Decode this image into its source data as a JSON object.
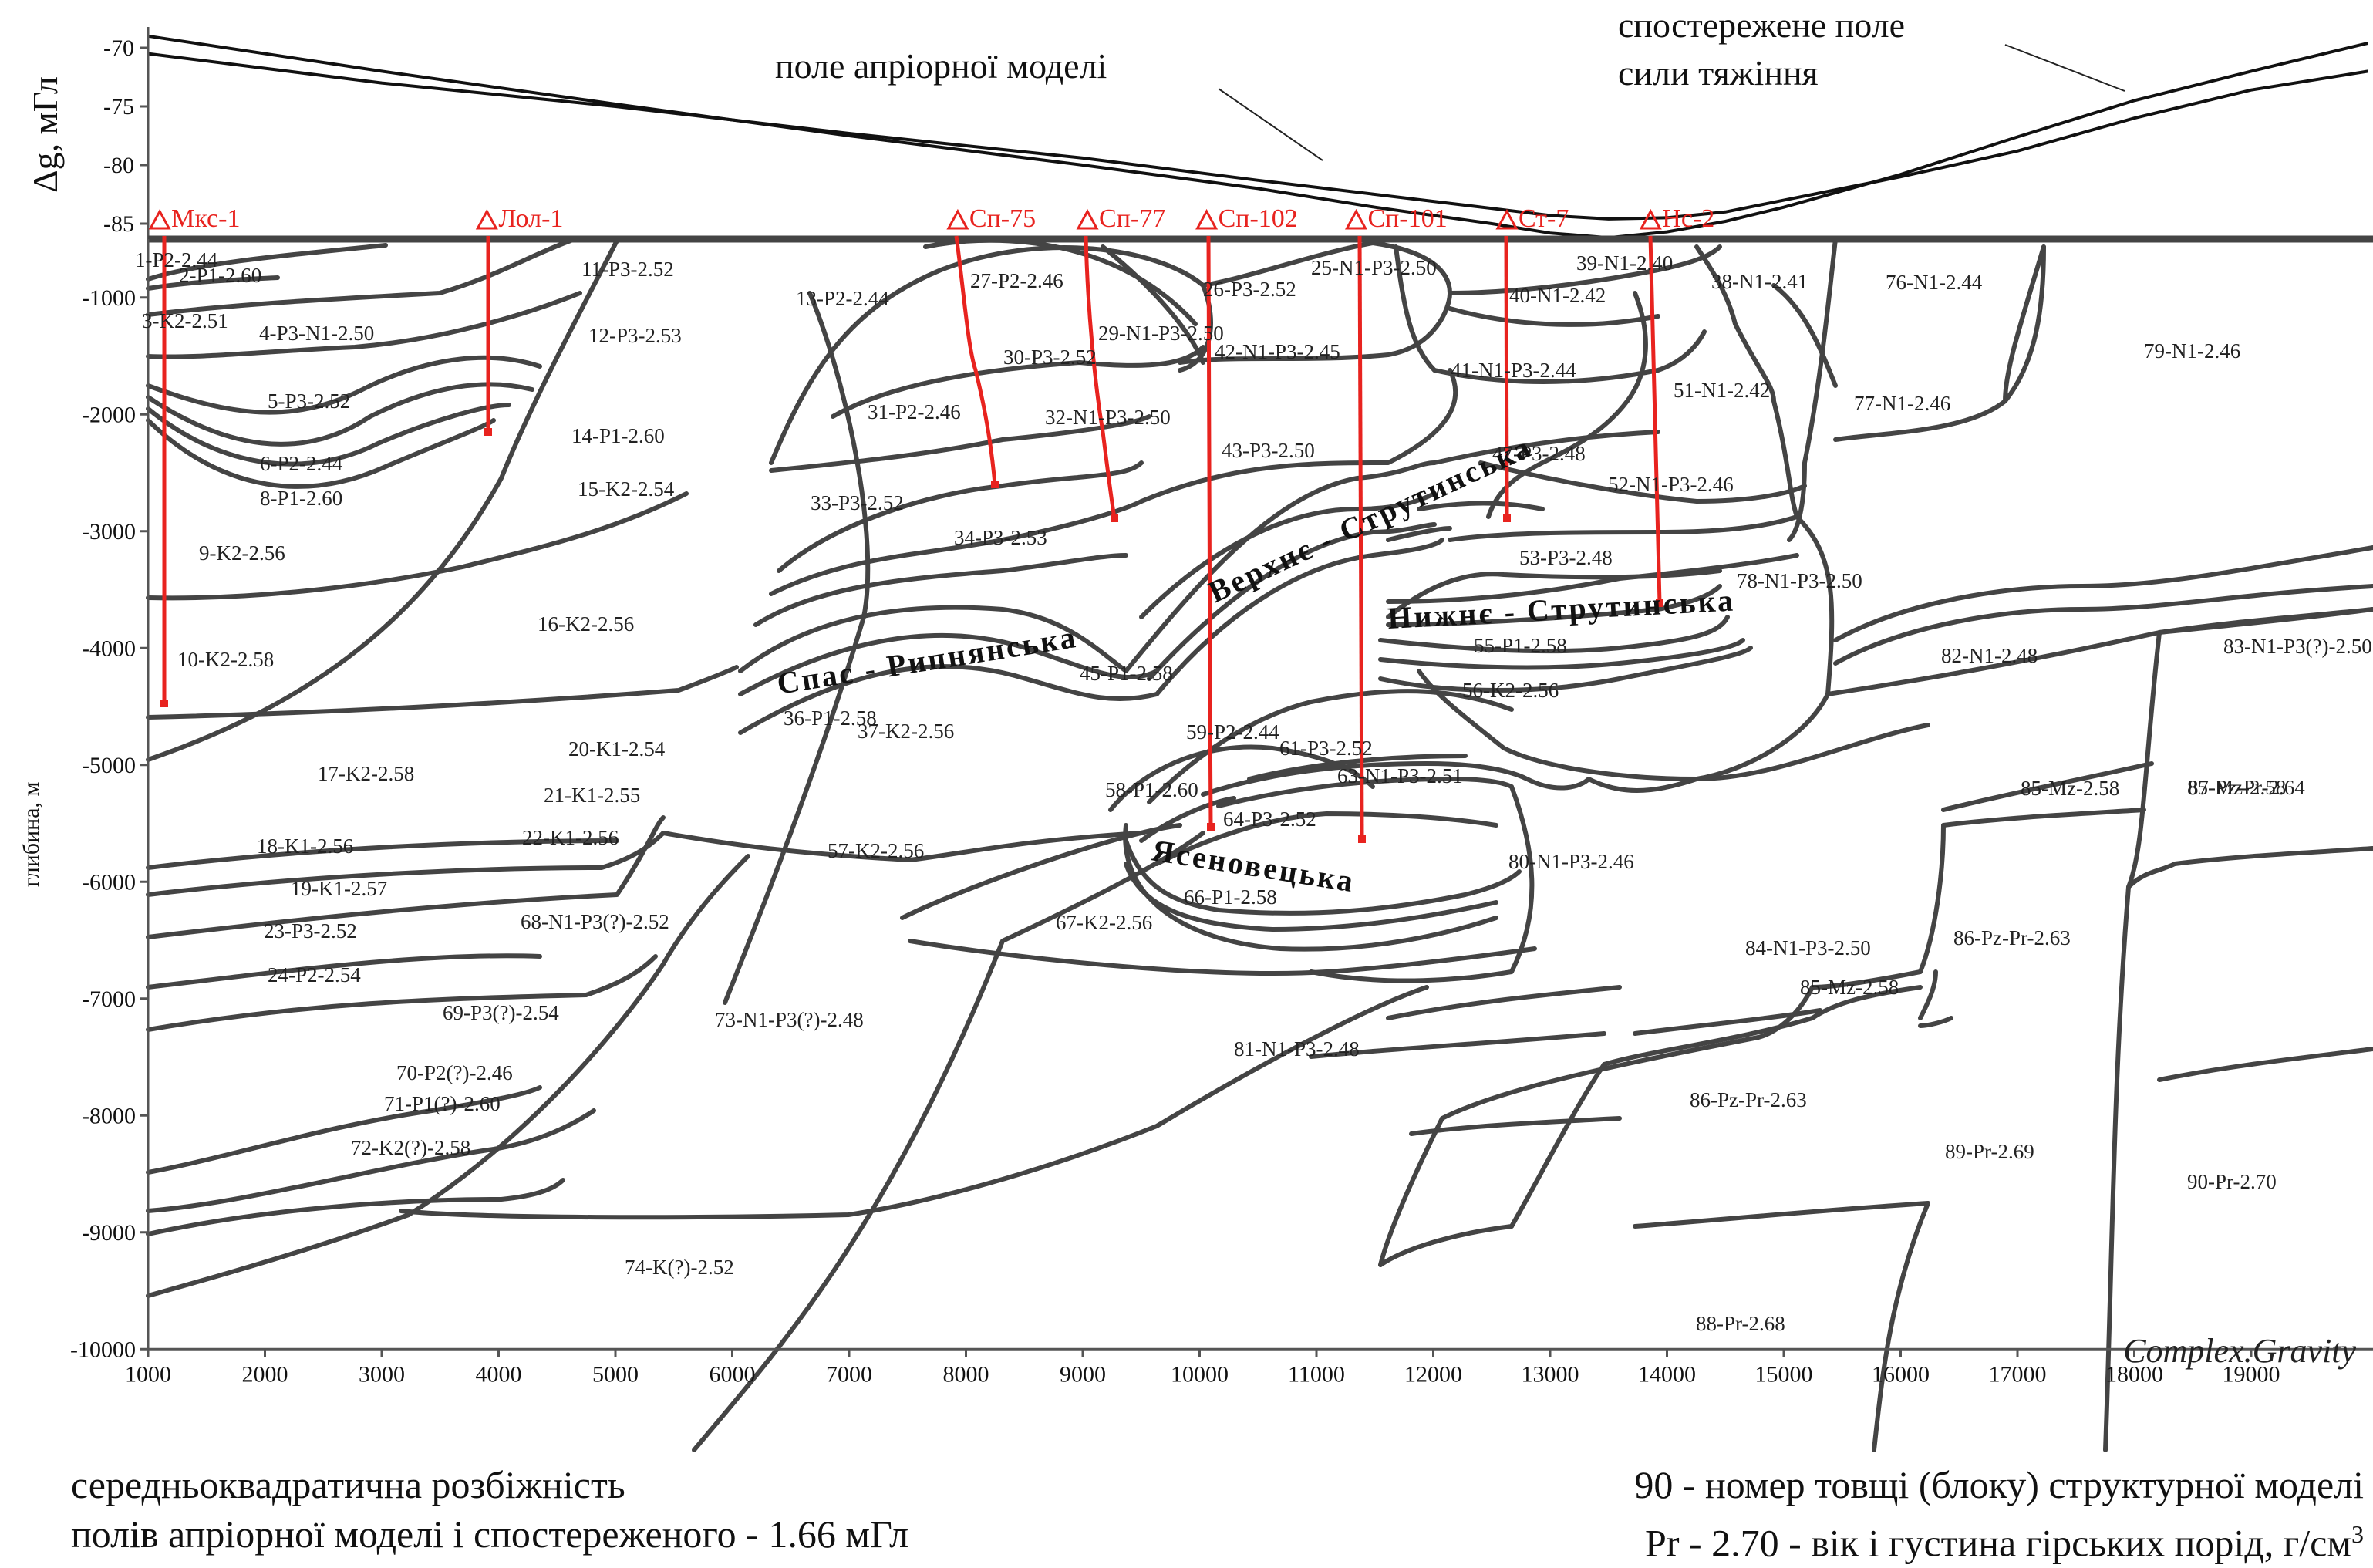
{
  "top_panel": {
    "ylabel": "Δg, мГл",
    "yticks": [
      "-70",
      "-75",
      "-80",
      "-85"
    ],
    "annotation_model": "поле апріорної моделі",
    "annotation_observed_line1": "спостережене поле",
    "annotation_observed_line2": "сили тяжіння"
  },
  "section": {
    "ylabel": "глибина, м",
    "yticks": [
      "-1000",
      "-2000",
      "-3000",
      "-4000",
      "-5000",
      "-6000",
      "-7000",
      "-8000",
      "-9000",
      "-10000"
    ],
    "xticks": [
      "1000",
      "2000",
      "3000",
      "4000",
      "5000",
      "6000",
      "7000",
      "8000",
      "9000",
      "10000",
      "11000",
      "12000",
      "13000",
      "14000",
      "15000",
      "16000",
      "17000",
      "18000",
      "19000"
    ],
    "watermark": "Complex.Gravity",
    "wells": [
      "Мкс-1",
      "Лол-1",
      "Сп-75",
      "Сп-77",
      "Сп-102",
      "Сп-101",
      "Ст-7",
      "Нс-2"
    ],
    "zones": [
      "Спас - Рипнянська",
      "Верхнє - Струтинська",
      "Нижнє - Струтинська",
      "Ясеновецька"
    ],
    "blocks": [
      "1-P2-2.44",
      "2-P1-2.60",
      "3-K2-2.51",
      "4-P3-N1-2.50",
      "5-P3-2.52",
      "6-P2-2.44",
      "8-P1-2.60",
      "9-K2-2.56",
      "10-K2-2.58",
      "11-P3-2.52",
      "12-P3-2.53",
      "13-P2-2.44",
      "14-P1-2.60",
      "15-K2-2.54",
      "16-K2-2.56",
      "17-K2-2.58",
      "18-K1-2.56",
      "19-K1-2.57",
      "20-K1-2.54",
      "21-K1-2.55",
      "22-K1-2.56",
      "23-P3-2.52",
      "24-P2-2.54",
      "25-N1-P3-2.50",
      "26-P3-2.52",
      "27-P2-2.46",
      "29-N1-P3-2.50",
      "30-P3-2.52",
      "31-P2-2.46",
      "32-N1-P3-2.50",
      "33-P3-2.52",
      "34-P3-2.53",
      "36-P1-2.58",
      "37-K2-2.56",
      "38-N1-2.41",
      "39-N1-2.40",
      "40-N1-2.42",
      "41-N1-P3-2.44",
      "42-N1-P3-2.45",
      "43-P3-2.50",
      "45-P1-2.58",
      "47-P3-2.48",
      "51-N1-2.42",
      "52-N1-P3-2.46",
      "53-P3-2.48",
      "55-P1-2.58",
      "56-K2-2.56",
      "57-K2-2.56",
      "58-P1-2.60",
      "59-P2-2.44",
      "61-P3-2.52",
      "63-N1-P3-2.51",
      "64-P3-2.52",
      "66-P1-2.58",
      "67-K2-2.56",
      "68-N1-P3(?)-2.52",
      "69-P3(?)-2.54",
      "70-P2(?)-2.46",
      "71-P1(?)-2.60",
      "72-K2(?)-2.58",
      "73-N1-P3(?)-2.48",
      "74-K(?)-2.52",
      "76-N1-2.44",
      "77-N1-2.46",
      "78-N1-P3-2.50",
      "79-N1-2.46",
      "80-N1-P3-2.46",
      "81-N1-P3-2.48",
      "82-N1-2.48",
      "83-N1-P3(?)-2.50",
      "84-N1-P3-2.50",
      "85-Mz-2.58",
      "85-Mz-2.58",
      "85-Mz-2.58",
      "86-Pz-Pr-2.63",
      "86-Pz-Pr-2.63",
      "87-Pz-Pr-2.64",
      "88-Pr-2.68",
      "89-Pr-2.69",
      "90-Pr-2.70"
    ]
  },
  "notes": {
    "left_line1": "середньоквадратична розбіжність",
    "left_line2": "полів апріорної моделі і спостереженого - 1.66 мГл",
    "right_line1": "90  -  номер товщі (блоку) структурної моделі",
    "right_line2": "Pr - 2.70  -  вік і густина гірських порід,  г/см",
    "right_line2_sup": "3"
  },
  "colors": {
    "line": "#444444",
    "well": "#e8231f",
    "text": "#111111"
  },
  "chart_data": {
    "type": "line",
    "title": "",
    "xlabel": "",
    "ylabel": "Δg, мГл",
    "xlim": [
      1000,
      20000
    ],
    "ylim": [
      -87,
      -68
    ],
    "series": [
      {
        "name": "поле апріорної моделі",
        "x": [
          1000,
          3000,
          5000,
          7000,
          9000,
          10500,
          11500,
          12500,
          13000,
          13500,
          14000,
          14500,
          15000,
          16000,
          17000,
          18000,
          19000,
          20000
        ],
        "values": [
          -69.0,
          -72.0,
          -74.8,
          -77.5,
          -80.0,
          -82.0,
          -83.6,
          -85.0,
          -85.8,
          -86.2,
          -85.7,
          -84.8,
          -83.6,
          -80.8,
          -77.6,
          -74.5,
          -72.0,
          -69.6
        ]
      },
      {
        "name": "спостережене поле сили тяжіння",
        "x": [
          1000,
          3000,
          5000,
          7000,
          9000,
          10500,
          11500,
          12500,
          13000,
          13500,
          14000,
          14500,
          15000,
          16000,
          17000,
          18000,
          19000,
          20000
        ],
        "values": [
          -70.5,
          -73.0,
          -75.0,
          -77.3,
          -79.4,
          -81.3,
          -82.5,
          -83.7,
          -84.3,
          -84.6,
          -84.5,
          -84.0,
          -83.0,
          -81.0,
          -78.8,
          -76.0,
          -73.6,
          -72.0
        ]
      }
    ]
  }
}
